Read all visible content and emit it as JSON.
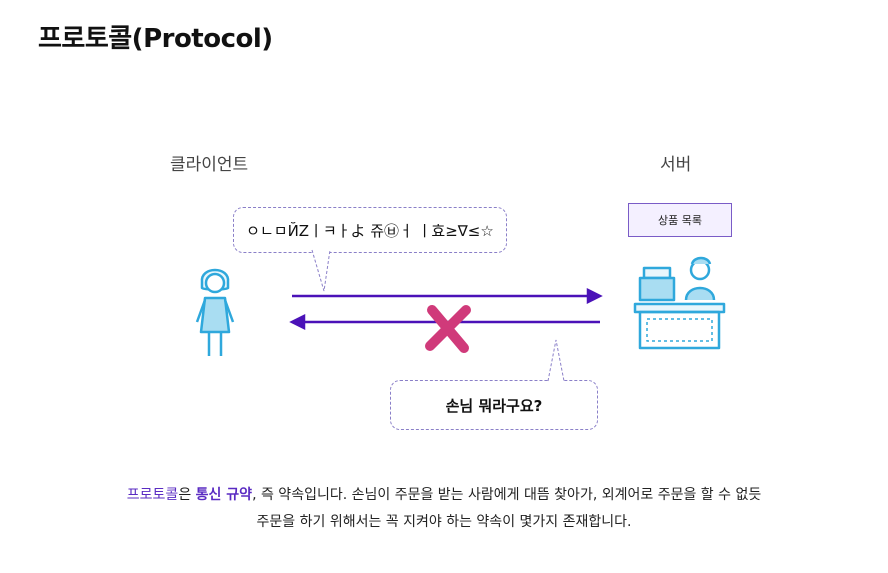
{
  "title": "프로토콜(Protocol)",
  "diagram": {
    "client_label": "클라이언트",
    "server_label": "서버",
    "garbled_message": "ㅇㄴㅁЙZㅣㅋㅏよ 쥬㉥ㅓ ㅣ효≥∇≤☆",
    "product_box": "상품 목록",
    "reply_message": "손님 뭐라구요?",
    "icons": {
      "client": "girl-person-icon",
      "server": "shop-cashier-icon",
      "error": "x-mark-icon"
    },
    "colors": {
      "arrow": "#4b12b8",
      "x_mark": "#d03a7a",
      "figure": "#2fa8dc",
      "accent": "#5a2bc2"
    }
  },
  "description": {
    "term": "프로토콜",
    "part1": "은 ",
    "highlight": "통신 규약",
    "line1_rest": ", 즉 약속입니다. 손님이 주문을 받는 사람에게 대뜸 찾아가, 외계어로 주문을 할 수 없듯",
    "line2": "주문을 하기 위해서는 꼭 지켜야 하는 약속이 몇가지 존재합니다."
  }
}
